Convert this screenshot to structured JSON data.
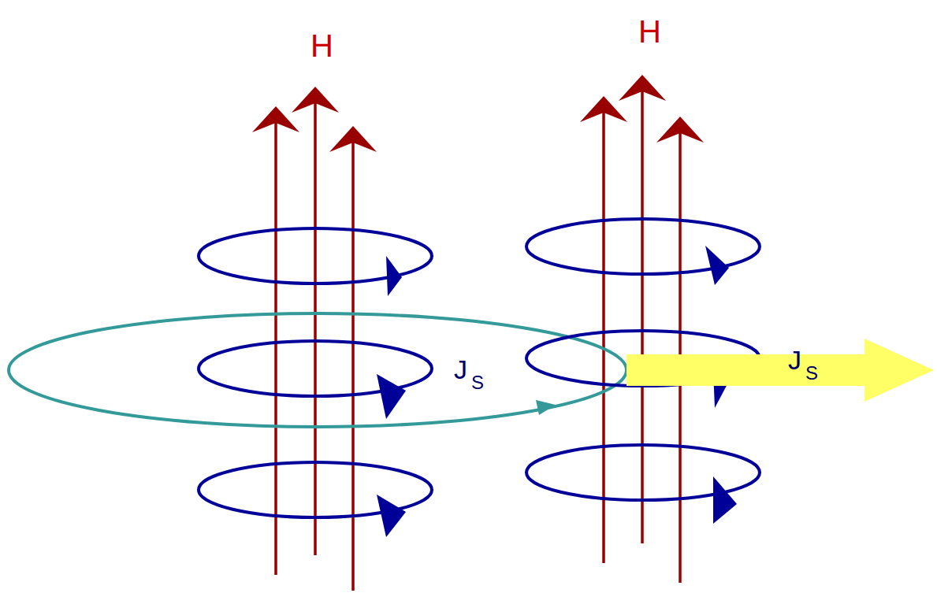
{
  "diagram": {
    "labels": [
      "H",
      "H",
      "J",
      "S",
      "J",
      "S"
    ]
  }
}
